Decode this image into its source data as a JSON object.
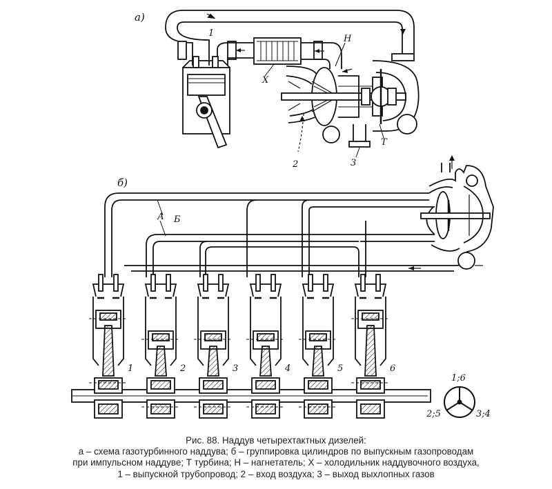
{
  "figure": {
    "panel_a_label": "а)",
    "panel_b_label": "б)",
    "diagram_a": {
      "labels": {
        "line1": "1",
        "cooler": "Х",
        "blower": "Н",
        "inlet": "2",
        "outlet": "3",
        "turbine": "Т"
      }
    },
    "diagram_b": {
      "pipe_a_label": "А",
      "pipe_b_label": "Б",
      "cylinders": [
        "1",
        "2",
        "3",
        "4",
        "5",
        "6"
      ]
    },
    "crank_scheme": {
      "top": "1;6",
      "left": "2;5",
      "right": "3;4"
    }
  },
  "caption": {
    "line1": "Рис. 88. Наддув четырехтактных дизелей:",
    "line2": "а – схема газотурбинного наддува; б – группировка цилиндров по выпускным газопроводам",
    "line3": "при импульсном наддуве; Т турбина; Н – нагнетатель;  Х – холодильник наддувочного  воздуха,",
    "line4": "1 – выпускной трубопровод; 2 – вход воздуха; 3 – выход выхлопных газов"
  }
}
